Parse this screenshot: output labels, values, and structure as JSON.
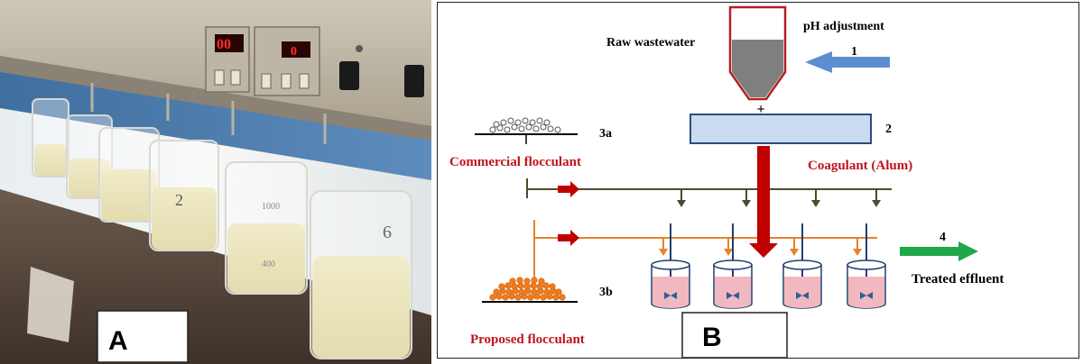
{
  "panel_a": {
    "label": "A",
    "display_left": "00",
    "display_right": "0",
    "beaker_marks": [
      "1000",
      "400"
    ],
    "beaker_hand_labels": [
      "2",
      "6"
    ]
  },
  "panel_b": {
    "label": "B",
    "labels": {
      "raw_wastewater": "Raw wastewater",
      "ph_adjustment": "pH adjustment",
      "step_1": "1",
      "step_2": "2",
      "step_3a": "3a",
      "step_3b": "3b",
      "step_4": "4",
      "plus_sign": "+",
      "commercial_flocculant": "Commercial flocculant",
      "coagulant": "Coagulant (Alum)",
      "treated_effluent": "Treated effluent",
      "proposed_flocculant": "Proposed flocculant"
    },
    "colors": {
      "red_label": "#c0141c",
      "blue_arrow": "#5b8fd0",
      "green_arrow": "#1ea84a",
      "dark_red_arrow": "#c00000",
      "olive_line": "#4f4a2a",
      "orange_line": "#e8822a",
      "beaker_outline": "#1f3f6e",
      "beaker_fill": "#f2b8bf",
      "tank_fill": "#7f7f7f",
      "tank_outline": "#b32025",
      "box_fill": "#c9dcf2",
      "box_outline": "#2b4d7a"
    }
  }
}
